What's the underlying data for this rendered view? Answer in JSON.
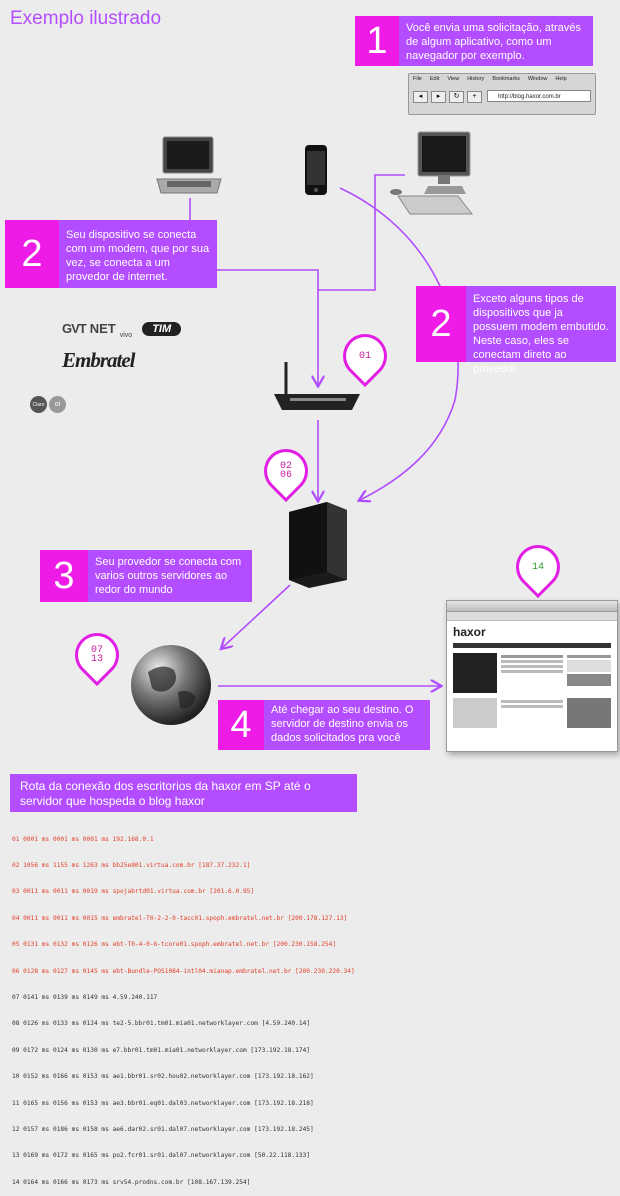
{
  "title": "Exemplo ilustrado",
  "steps": {
    "s1": {
      "num": "1",
      "text": "Você envia uma solicitação, através de algum aplicativo, como um navegador por exemplo."
    },
    "s2a": {
      "num": "2",
      "text": "Seu dispositivo se conecta com um modem, que por sua vez, se conecta a um provedor de internet."
    },
    "s2b": {
      "num": "2",
      "text": "Exceto alguns tipos de dispositivos que ja possuem modem embutido. Neste caso, eles se conectam direto ao provedor."
    },
    "s3": {
      "num": "3",
      "text": "Seu provedor se conecta com varios outros servidores ao redor do mundo"
    },
    "s4": {
      "num": "4",
      "text": "Até chegar ao seu destino. O servidor de destino envia os dados solicitados pra você"
    }
  },
  "browser": {
    "menu": [
      "File",
      "Edit",
      "View",
      "History",
      "Bookmarks",
      "Window",
      "Help"
    ],
    "url": "http://blog.haxor.com.br"
  },
  "providers": {
    "gvt": "GVT",
    "net": "NET",
    "vivo": "vivo",
    "tim": "TIM",
    "embratel": "Embratel",
    "claro": "Claro",
    "oi": "oi"
  },
  "pins": {
    "modem": "01",
    "provider": "02",
    "provider_sub": "06",
    "globe": "07",
    "globe_sub": "13",
    "site": "14"
  },
  "site_preview": {
    "brand": "haxor"
  },
  "route": {
    "header": "Rota da conexão dos escritorios da haxor em SP até o servidor que hospeda o blog haxor",
    "lines": [
      "01 0001 ms 0001 ms 0001 ms 192.168.0.1",
      "02 1056 ms 1155 ms 1263 ms bb25e801.virtua.com.br [187.37.232.1]",
      "03 0011 ms 0011 ms 0019 ms spojabrtd01.virtua.com.br [201.6.0.95]",
      "04 0011 ms 0011 ms 0015 ms embratel-T0-2-2-0-tacc01.spoph.embratel.net.br [200.178.127.13]",
      "05 0131 ms 0132 ms 0126 ms ebt-T0-4-0-6-tcore01.spoph.embratel.net.br [200.230.158.254]",
      "06 0128 ms 0127 ms 0145 ms ebt-Bundle-POS1084-intl04.mianap.embratel.net.br [200.230.220.34]",
      "07 0141 ms 0139 ms 0149 ms 4.59.240.117",
      "08 0126 ms 0133 ms 0124 ms te2-5.bbr01.tm01.mia01.networklayer.com [4.59.240.14]",
      "09 0172 ms 0124 ms 0130 ms e7.bbr01.tm01.mia01.networklayer.com [173.192.18.174]",
      "10 0152 ms 0166 ms 0153 ms ae1.bbr01.sr02.hou02.networklayer.com [173.192.18.162]",
      "11 0165 ms 0156 ms 0153 ms ae3.bbr01.eq01.dal03.networklayer.com [173.192.18.218]",
      "12 0157 ms 0186 ms 0158 ms ae6.dar02.sr01.dal07.networklayer.com [173.192.18.245]",
      "13 0169 ms 0172 ms 0165 ms po2.fcr01.sr01.dal07.networklayer.com [50.22.118.133]",
      "14 0164 ms 0166 ms 0173 ms srv54.prodns.com.br [108.167.139.254]"
    ]
  },
  "colors": {
    "pink": "#ee1ae6",
    "violet": "#b34dff",
    "line": "#b14dff"
  }
}
